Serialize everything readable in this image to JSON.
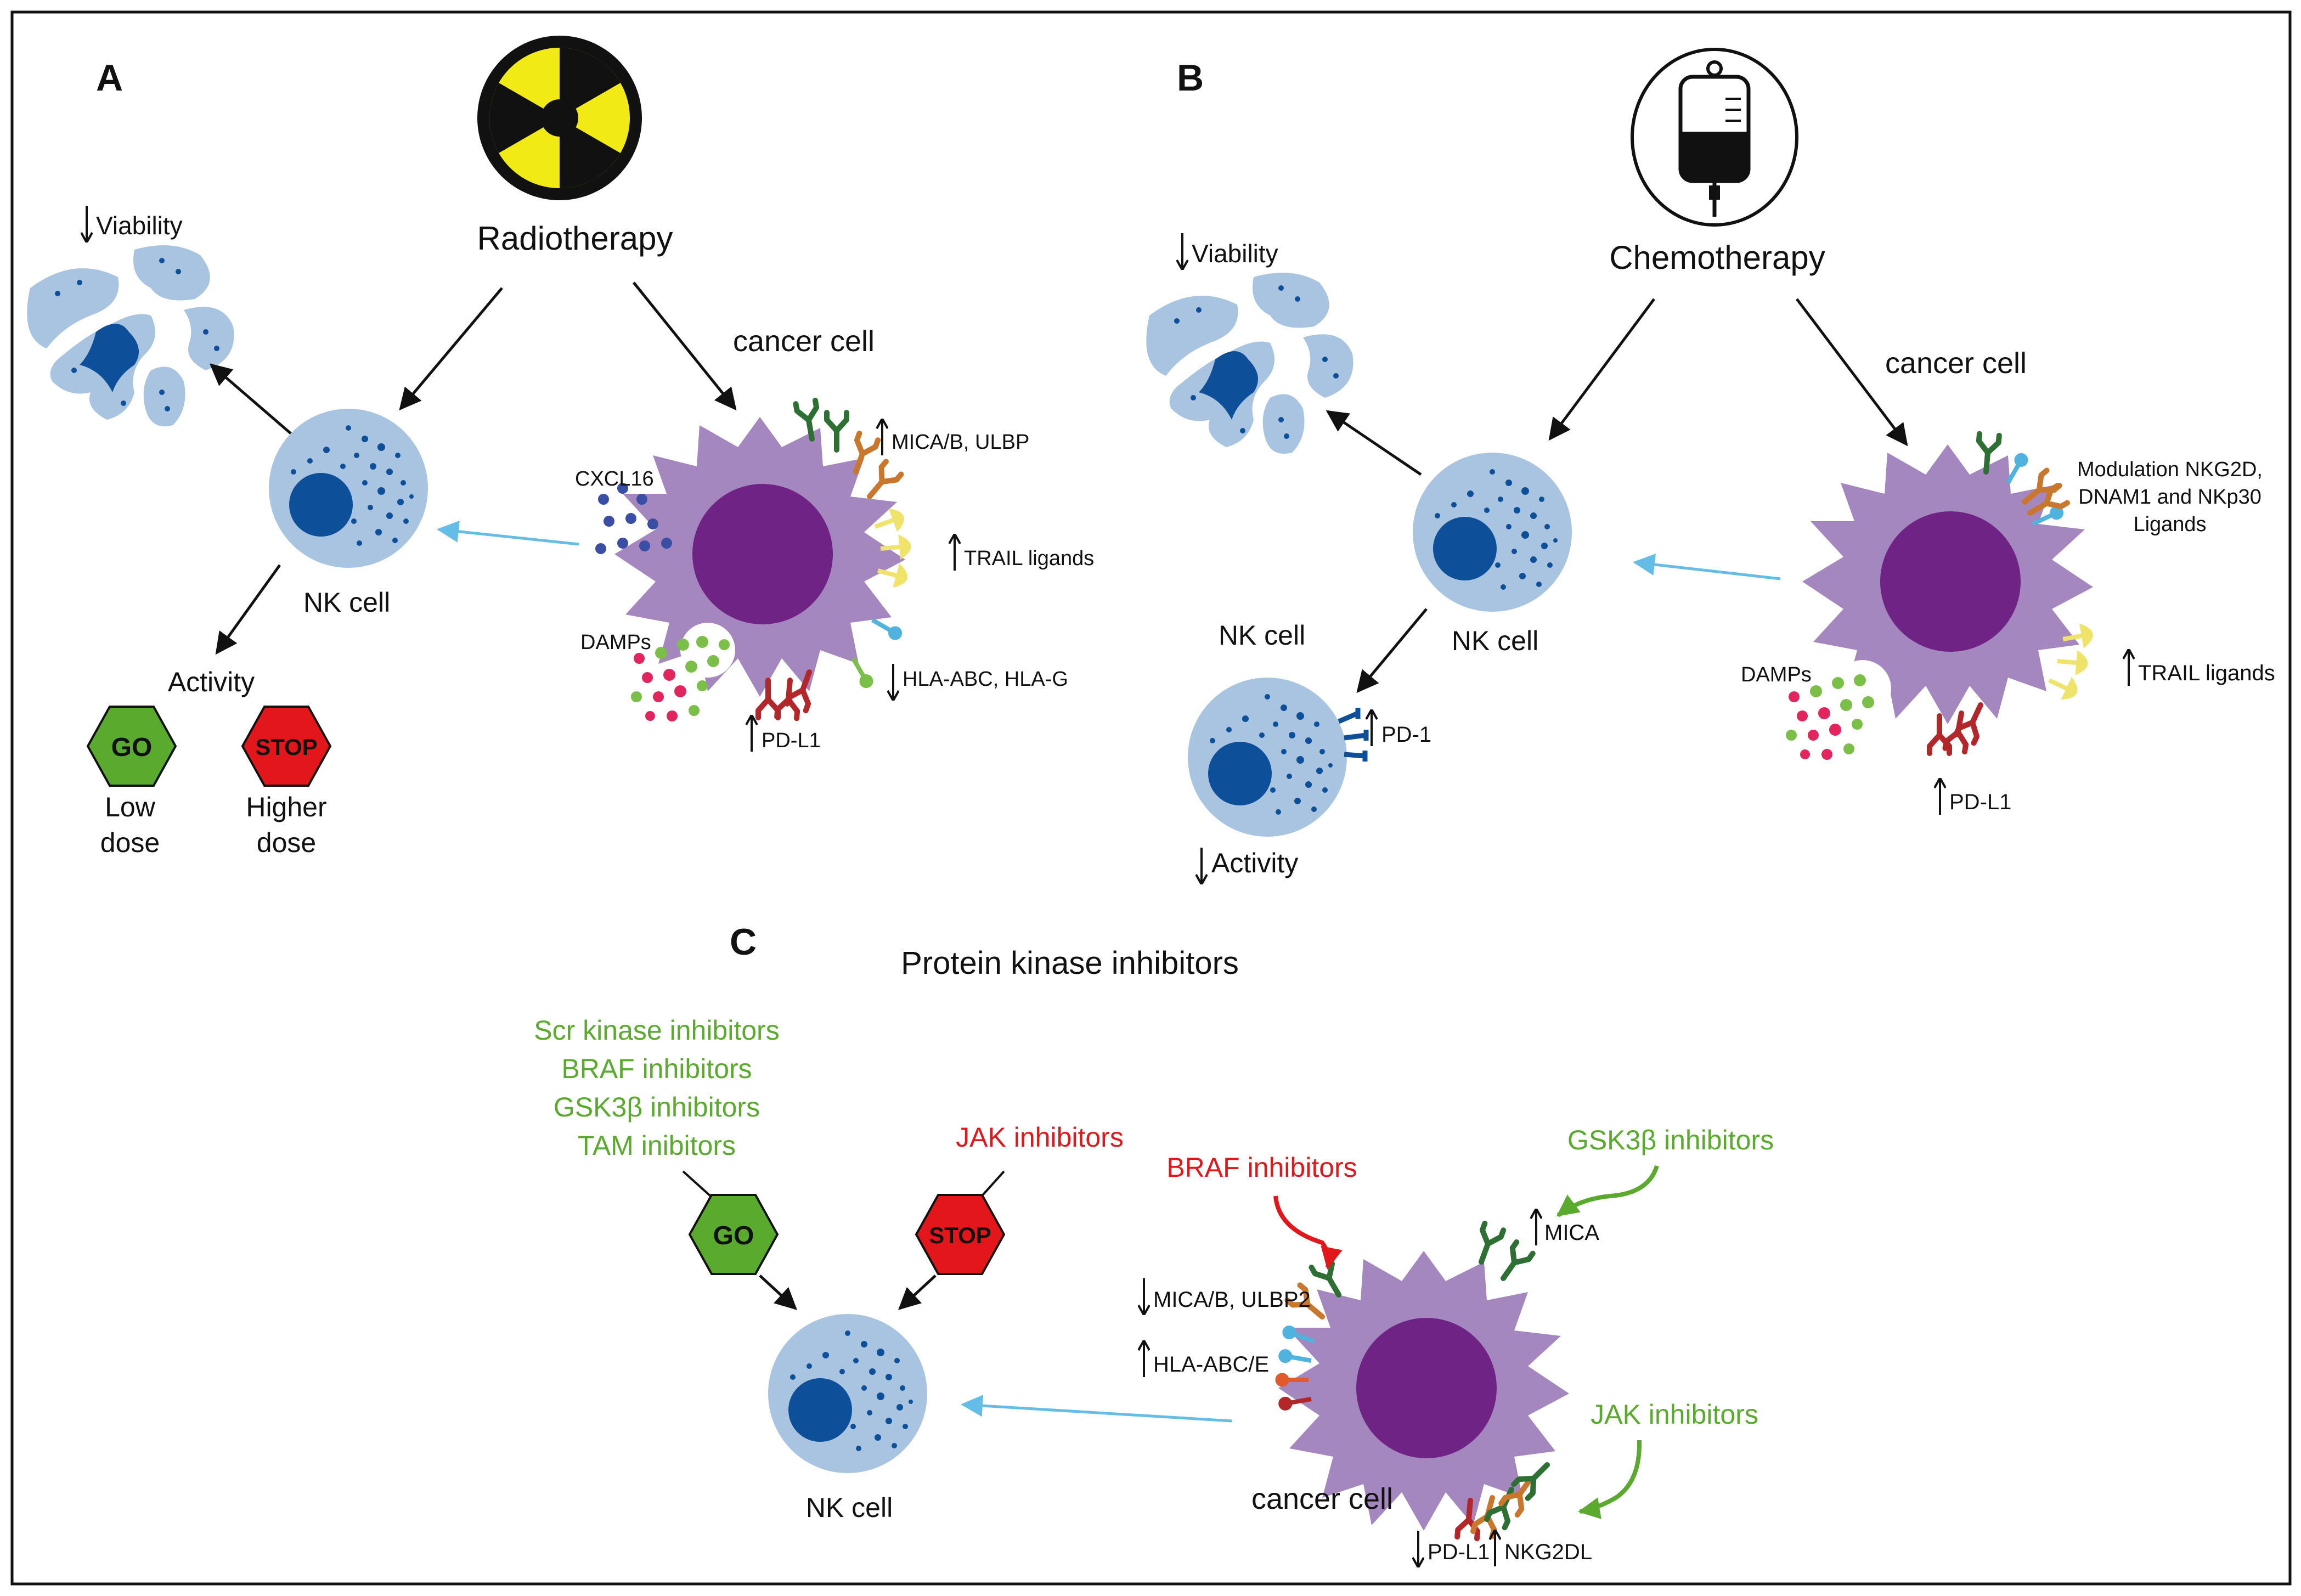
{
  "panels": {
    "a": {
      "letter": "A",
      "treatment": "Radiotherapy",
      "viability": "Viability",
      "cancer_cell": "cancer cell",
      "nk_cell": "NK cell",
      "activity": "Activity",
      "cxcl16": "CXCL16",
      "damps": "DAMPs",
      "mica": "MICA/B, ULBP",
      "trail": "TRAIL ligands",
      "hla": "HLA-ABC, HLA-G",
      "pdl1": "PD-L1",
      "go": "GO",
      "stop": "STOP",
      "low_dose": [
        "Low",
        "dose"
      ],
      "higher_dose": [
        "Higher",
        "dose"
      ]
    },
    "b": {
      "letter": "B",
      "treatment": "Chemotherapy",
      "viability": "Viability",
      "cancer_cell": "cancer cell",
      "nk_cell_upper": "NK cell",
      "nk_cell_lower": "NK cell",
      "pd1": "PD-1",
      "activity": "Activity",
      "modulation": [
        "Modulation NKG2D,",
        "DNAM1 and NKp30",
        "Ligands"
      ],
      "damps": "DAMPs",
      "trail": "TRAIL ligands",
      "pdl1": "PD-L1"
    },
    "c": {
      "letter": "C",
      "title": "Protein kinase inhibitors",
      "go_list": [
        "Scr kinase inhibitors",
        "BRAF inhibitors",
        "GSK3β inhibitors",
        "TAM inibitors"
      ],
      "stop_label": "JAK inhibitors",
      "go": "GO",
      "stop": "STOP",
      "nk_cell": "NK cell",
      "braf_red": "BRAF inhibitors",
      "gsk3b_green": "GSK3β inhibitors",
      "jak_green": "JAK inhibitors",
      "mica": "MICA",
      "mica_ulbp2": "MICA/B, ULBP2",
      "hla_abce": "HLA-ABC/E",
      "cancer_cell": "cancer cell",
      "pdl1": "PD-L1",
      "nkg2dl": "NKG2DL"
    }
  },
  "colors": {
    "nk_cytoplasm": "#a9c4e0",
    "nk_nucleus": "#0d4f98",
    "cancer_body": "#a587bf",
    "cancer_nucleus": "#6f2485",
    "arrow": "#111111",
    "migration_arrow": "#63bde7",
    "go_green": "#5aaa2e",
    "stop_red": "#e3171b",
    "inhibitor_green": "#5aaa2e",
    "inhibitor_red": "#e3171b",
    "radiation_yellow": "#f1ea14",
    "receptor_dark_green": "#2e6f34",
    "receptor_orange": "#c9772c",
    "receptor_blue": "#4fb3dd",
    "receptor_yellow": "#f0e36a",
    "receptor_red": "#b3262a",
    "damp_pink": "#e2265d",
    "damp_green": "#7bbf48"
  },
  "icons": {
    "radiation": "radiation-icon",
    "iv_bag": "iv-bag-icon"
  }
}
